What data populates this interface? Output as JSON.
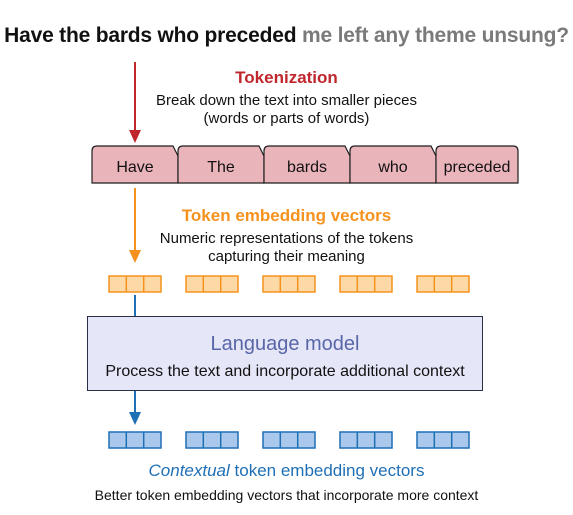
{
  "heading": {
    "bold_part": "Have the bards who preceded",
    "muted_part": "me left any theme unsung?"
  },
  "tokenization": {
    "title": "Tokenization",
    "description_line1": "Break down the text into smaller pieces",
    "description_line2": "(words or parts of words)"
  },
  "tokens": [
    "Have",
    "The",
    "bards",
    "who",
    "preceded"
  ],
  "token_embeddings": {
    "title": "Token embedding vectors",
    "description_line1": "Numeric representations of the tokens",
    "description_line2": "capturing their meaning"
  },
  "language_model": {
    "title": "Language model",
    "description": "Process the text and incorporate additional context"
  },
  "contextual_embeddings": {
    "title_italic": "Contextual",
    "title_rest": " token embedding vectors",
    "description": "Better token embedding vectors that incorporate more context"
  },
  "colors": {
    "tokenization_red": "#c0272d",
    "token_fill": "#eab4bb",
    "embedding_orange": "#f5921e",
    "embedding_fill": "#fcd9a6",
    "model_fill": "#e5e6f7",
    "model_title": "#5966a8",
    "contextual_blue": "#1f6fb5",
    "contextual_fill": "#a9c8ec"
  }
}
